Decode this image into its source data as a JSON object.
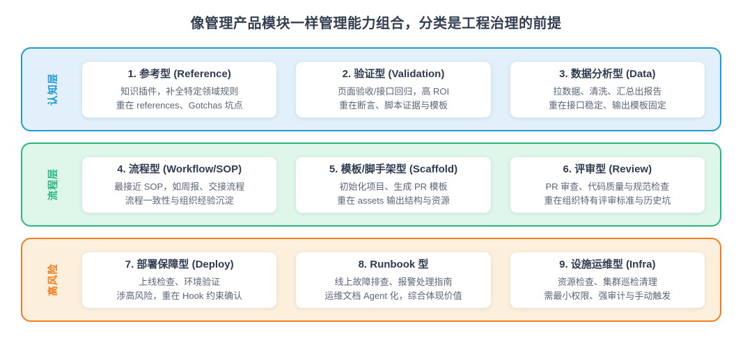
{
  "page": {
    "title": "像管理产品模块一样管理能力组合，分类是工程治理的前提"
  },
  "colors": {
    "cognitive_accent": "#1E9AD6",
    "cognitive_fill": "#E1F0FA",
    "process_accent": "#27B77E",
    "process_fill": "#DFF6EA",
    "risk_accent": "#EE7C20",
    "risk_fill": "#FCF0DC"
  },
  "layers": [
    {
      "label": "认知层",
      "accent": "#1E9AD6",
      "fill": "#E1F0FA",
      "cards": [
        {
          "title": "1. 参考型 (Reference)",
          "line1": "知识插件，补全特定领域规则",
          "line2": "重在 references、Gotchas 坑点"
        },
        {
          "title": "2. 验证型 (Validation)",
          "line1": "页面验收/接口回归，高 ROI",
          "line2": "重在断言、脚本证据与模板"
        },
        {
          "title": "3. 数据分析型 (Data)",
          "line1": "拉数据、清洗、汇总出报告",
          "line2": "重在接口稳定、输出模板固定"
        }
      ]
    },
    {
      "label": "流程层",
      "accent": "#27B77E",
      "fill": "#DFF6EA",
      "cards": [
        {
          "title": "4. 流程型 (Workflow/SOP)",
          "line1": "最接近 SOP，如周报、交接流程",
          "line2": "流程一致性与组织经验沉淀"
        },
        {
          "title": "5. 模板/脚手架型 (Scaffold)",
          "line1": "初始化项目、生成 PR 模板",
          "line2": "重在 assets 输出结构与资源"
        },
        {
          "title": "6. 评审型 (Review)",
          "line1": "PR 审查、代码质量与规范检查",
          "line2": "重在组织特有评审标准与历史坑"
        }
      ]
    },
    {
      "label": "高风险",
      "accent": "#EE7C20",
      "fill": "#FCF0DC",
      "cards": [
        {
          "title": "7. 部署保障型 (Deploy)",
          "line1": "上线检查、环境验证",
          "line2": "涉高风险，重在 Hook 约束确认"
        },
        {
          "title": "8. Runbook 型",
          "line1": "线上故障排查、报警处理指南",
          "line2": "运维文档 Agent 化，综合体现价值"
        },
        {
          "title": "9. 设施运维型 (Infra)",
          "line1": "资源检查、集群巡检清理",
          "line2": "需最小权限、强审计与手动触发"
        }
      ]
    }
  ]
}
